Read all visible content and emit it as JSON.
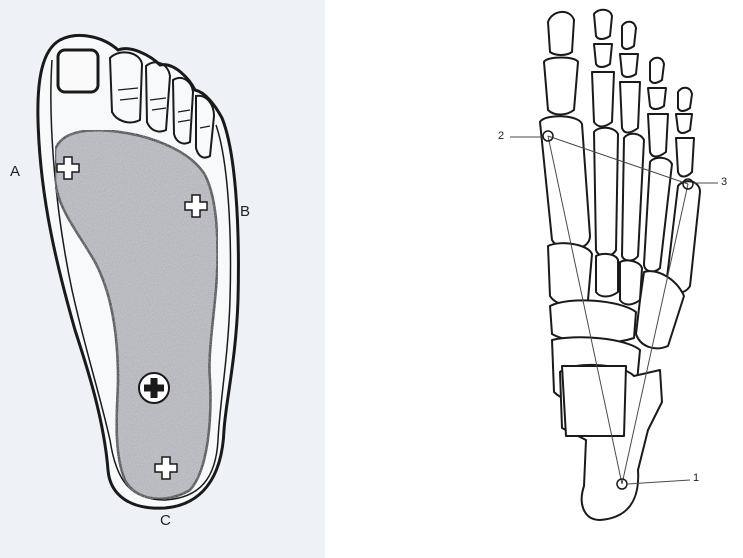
{
  "left_diagram": {
    "labels": {
      "a": "A",
      "b": "B",
      "c": "C"
    },
    "markers": [
      {
        "kind": "plus",
        "emphasis": "normal"
      },
      {
        "kind": "plus",
        "emphasis": "normal"
      },
      {
        "kind": "plus",
        "emphasis": "strong"
      },
      {
        "kind": "plus",
        "emphasis": "normal"
      }
    ],
    "colors": {
      "paper": "#eef2f6",
      "ink": "#1a1a1a",
      "pressure_area": "#b9bcc4"
    }
  },
  "right_diagram": {
    "points": [
      {
        "label": "1"
      },
      {
        "label": "2"
      },
      {
        "label": "3"
      }
    ],
    "colors": {
      "ink": "#1a1a1a",
      "bone_fill": "#ffffff"
    }
  }
}
